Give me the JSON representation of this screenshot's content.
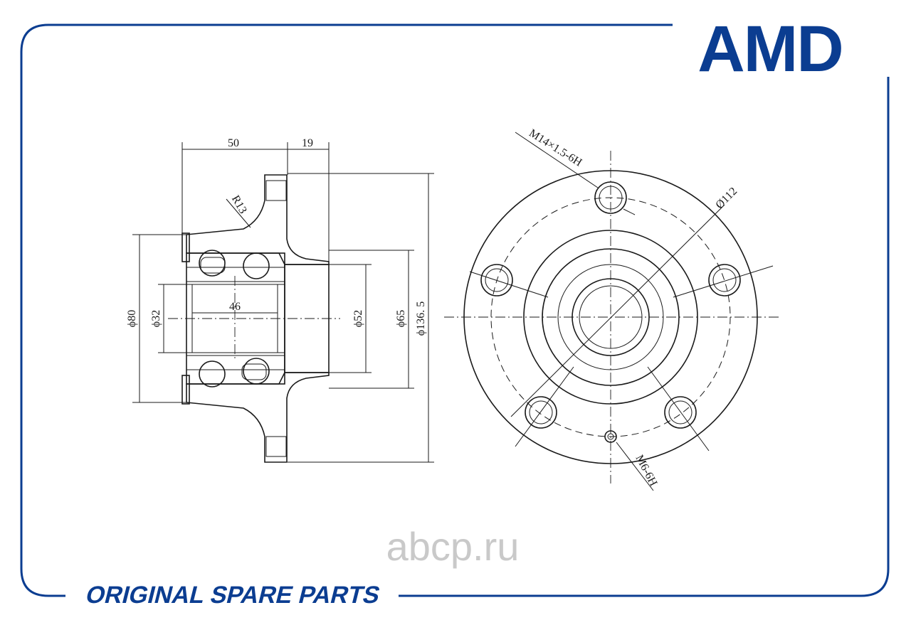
{
  "brand": {
    "logo_text": "AMD",
    "tagline": "ORIGINAL SPARE PARTS",
    "watermark": "abcp.ru",
    "color": "#0b3d91"
  },
  "section_view": {
    "dim_width_50": "50",
    "dim_width_19": "19",
    "dim_radius": "R13",
    "dim_inner_46": "46",
    "dim_dia_80": "ϕ80",
    "dim_dia_32": "ϕ32",
    "dim_dia_52": "ϕ52",
    "dim_dia_65": "ϕ65",
    "dim_dia_136": "ϕ136. 5"
  },
  "front_view": {
    "thread_bolt": "M14×1.5-6H",
    "pcd": "Ø112",
    "thread_small": "M6-6H"
  }
}
